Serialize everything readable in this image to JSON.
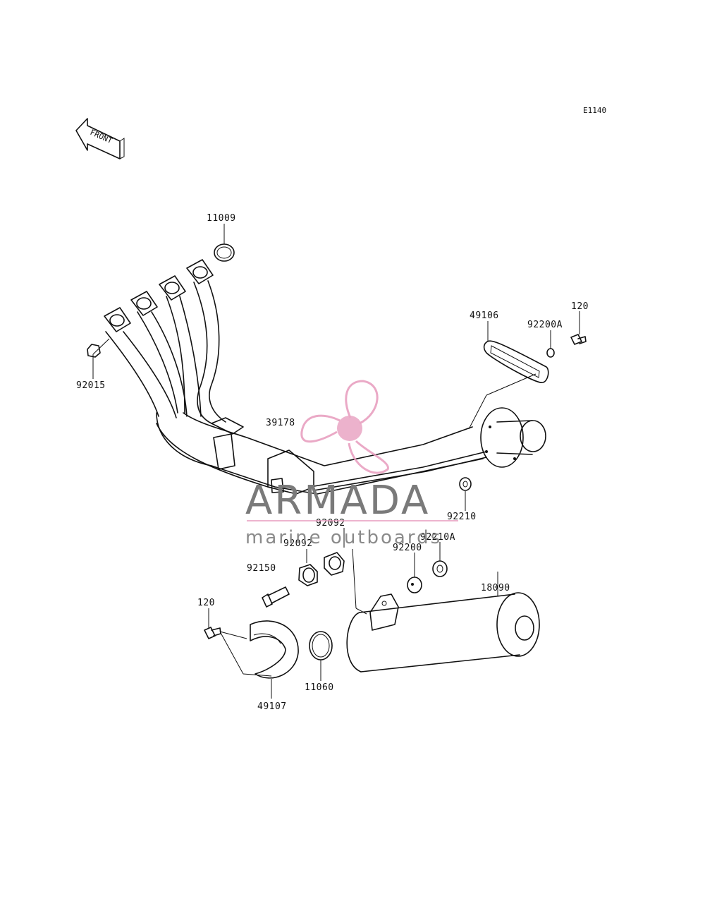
{
  "diagram_code": "E1140",
  "front_label": "FRONT",
  "watermark": {
    "brand": "ARMADA",
    "tagline": "marine outboards",
    "icon": "propeller-icon",
    "color": "#e79bbd"
  },
  "parts": {
    "p11009": "11009",
    "p92015": "92015",
    "p39178": "39178",
    "p49106": "49106",
    "p92200A": "92200A",
    "p120_top": "120",
    "p92210": "92210",
    "p92092_a": "92092",
    "p92092_b": "92092",
    "p92150": "92150",
    "p92200": "92200",
    "p92210A": "92210A",
    "p18090": "18090",
    "p120_bottom": "120",
    "p49107": "49107",
    "p11060": "11060"
  }
}
